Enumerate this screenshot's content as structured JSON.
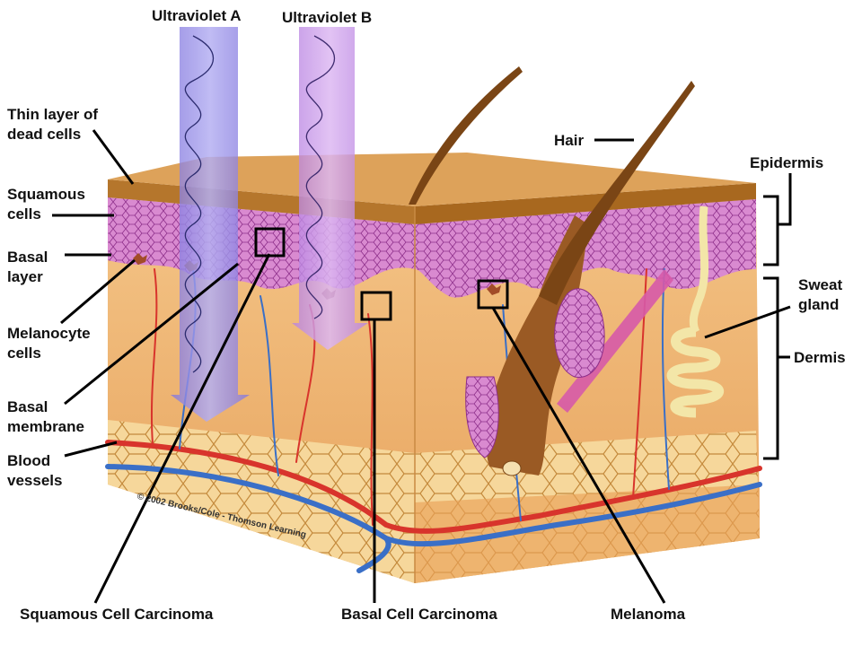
{
  "labels": {
    "uva": "Ultraviolet A",
    "uvb": "Ultraviolet B",
    "thin_layer": "Thin layer of\ndead cells",
    "squamous": "Squamous\ncells",
    "basal_layer": "Basal\nlayer",
    "melanocyte": "Melanocyte\ncells",
    "basal_membrane": "Basal\nmembrane",
    "blood_vessels": "Blood\nvessels",
    "hair": "Hair",
    "epidermis": "Epidermis",
    "sweat_gland": "Sweat\ngland",
    "dermis": "Dermis"
  },
  "bottom_labels": {
    "scc": "Squamous Cell Carcinoma",
    "bcc": "Basal Cell Carcinoma",
    "melanoma": "Melanoma"
  },
  "copyright": "© 2002 Brooks/Cole - Thomson Learning",
  "colors": {
    "epidermis": "#d77fc4",
    "dead_layer": "#b8782e",
    "dermis": "#f0b573",
    "fat": "#f7dba1",
    "artery": "#d8342c",
    "vein": "#3a6fc7",
    "uva_beam": "#8f86e6",
    "uvb_beam": "#c48ce6",
    "hair": "#7a4515"
  }
}
